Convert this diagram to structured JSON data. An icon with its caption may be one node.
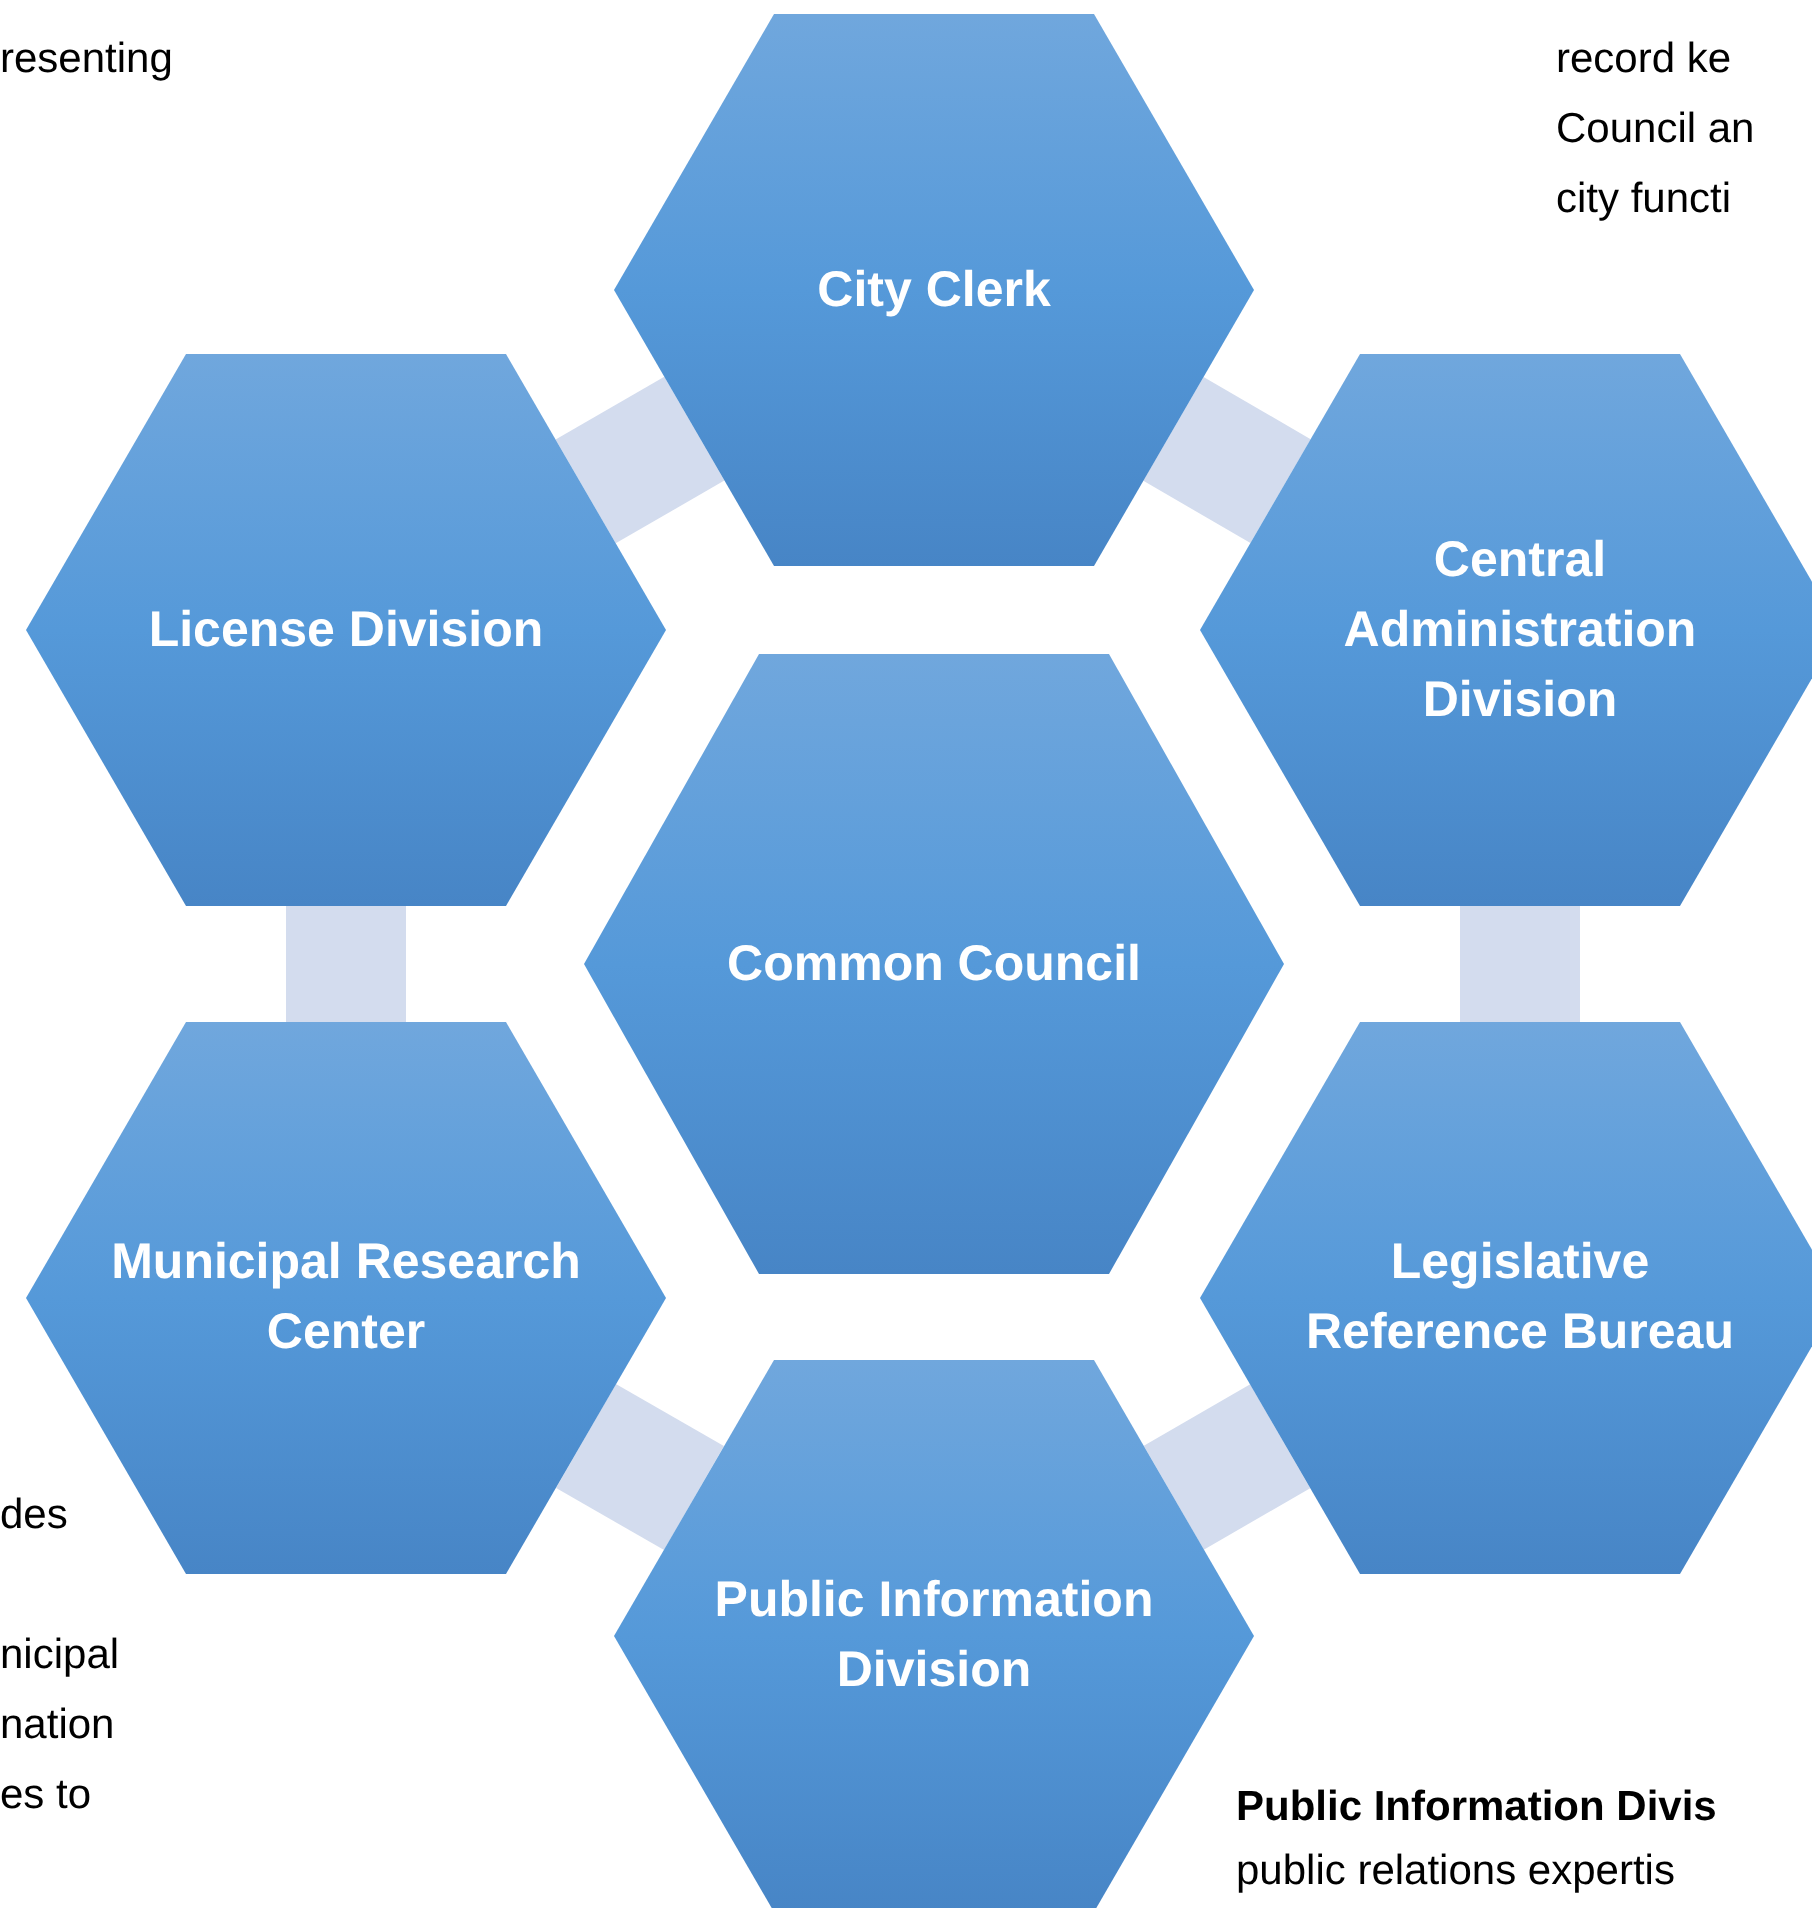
{
  "diagram": {
    "nodes": [
      {
        "text": [
          "City Clerk"
        ]
      },
      {
        "text": [
          "Central Administration Division"
        ]
      },
      {
        "text": [
          "Legislative Reference Bureau"
        ]
      },
      {
        "text": [
          "Public Information Division"
        ]
      },
      {
        "text": [
          "Municipal Research Center"
        ]
      },
      {
        "text": [
          "License Division"
        ]
      },
      {
        "text": [
          "Common Council"
        ]
      }
    ],
    "edges": [
      {
        "from": 0,
        "to": 1,
        "arrow": "none"
      },
      {
        "from": 1,
        "to": 2,
        "arrow": "none"
      },
      {
        "from": 2,
        "to": 3,
        "arrow": "none"
      },
      {
        "from": 3,
        "to": 4,
        "arrow": "none"
      },
      {
        "from": 4,
        "to": 5,
        "arrow": "none"
      },
      {
        "from": 5,
        "to": 0,
        "arrow": "none"
      }
    ],
    "labels": [
      "resenting",
      "record ke Council an city functi",
      "des",
      "nicipal nation es to",
      "**Public Information Divis** public relations expertis"
    ]
  }
}
